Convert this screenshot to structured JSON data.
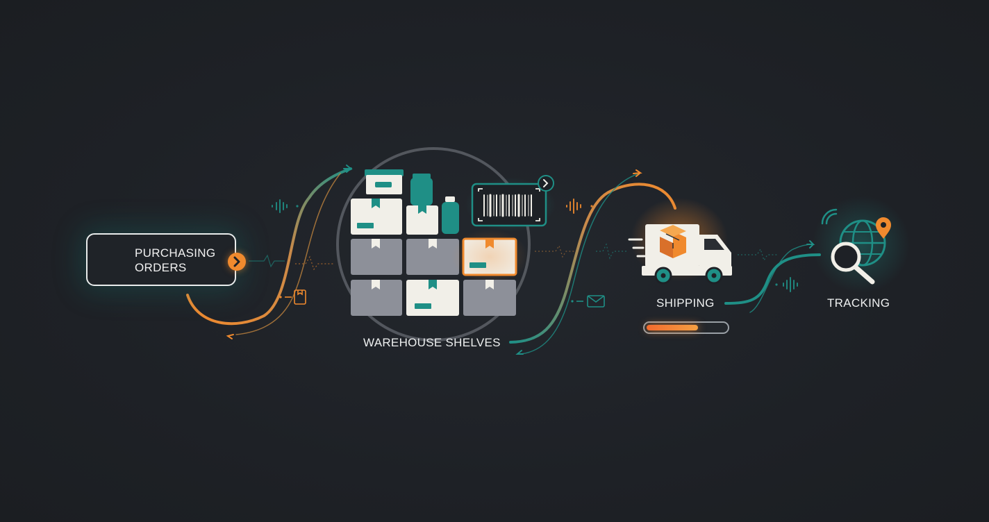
{
  "nodes": {
    "purchasing_orders": {
      "line1": "PURCHASING",
      "line2": "ORDERS"
    },
    "warehouse": {
      "label": "WAREHOUSE SHELVES"
    },
    "shipping": {
      "label": "SHIPPING",
      "progress": 0.65
    },
    "tracking": {
      "label": "TRACKING"
    }
  },
  "colors": {
    "background": "#1e2126",
    "teal": "#1f8f86",
    "orange": "#f08a2e",
    "box_light": "#f1efe8",
    "box_gray": "#8d9099",
    "white": "#eef0f0"
  },
  "icons": [
    "document-check-icon",
    "chevron-right-icon",
    "box-icon",
    "barcode-scanner-icon",
    "delivery-truck-icon",
    "globe-icon",
    "magnifier-icon",
    "location-pin-icon",
    "mail-icon",
    "waveform-icon"
  ]
}
